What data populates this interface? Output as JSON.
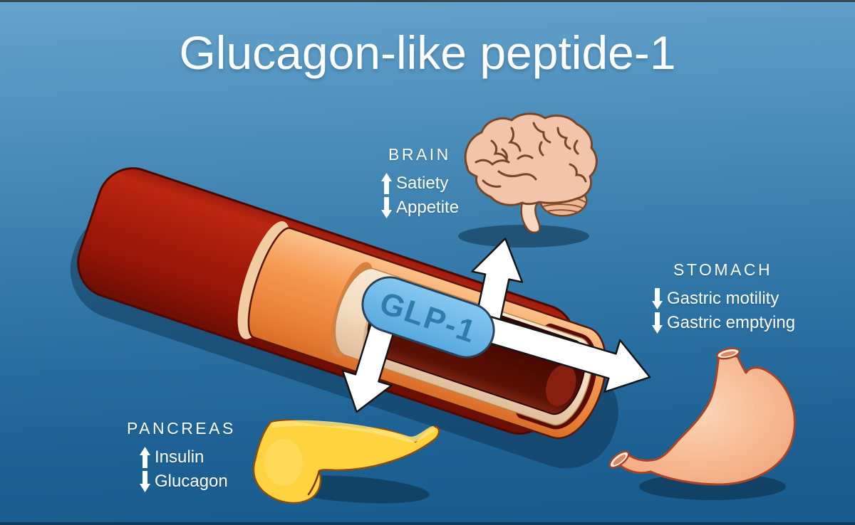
{
  "title": "Glucagon-like peptide-1",
  "hormone": {
    "label": "GLP-1"
  },
  "organs": {
    "brain": {
      "name": "BRAIN",
      "effects": [
        {
          "direction": "increase",
          "label": "Satiety"
        },
        {
          "direction": "decrease",
          "label": "Appetite"
        }
      ]
    },
    "stomach": {
      "name": "STOMACH",
      "effects": [
        {
          "direction": "decrease",
          "label": "Gastric motility"
        },
        {
          "direction": "decrease",
          "label": "Gastric emptying"
        }
      ]
    },
    "pancreas": {
      "name": "PANCREAS",
      "effects": [
        {
          "direction": "increase",
          "label": "Insulin"
        },
        {
          "direction": "decrease",
          "label": "Glucagon"
        }
      ]
    }
  },
  "colors": {
    "background_top": "#66a3cd",
    "background_bottom": "#175a8c",
    "vessel_red": "#aa1c0b",
    "vessel_orange": "#f2954e",
    "vessel_cream": "#f6e2ca",
    "vessel_lumen": "#4a0a02",
    "pill_blue": "#6cbae9",
    "pill_text": "#2e7cab",
    "arrow_white": "#ffffff",
    "brain_pink": "#f2c5ab",
    "stomach_peach": "#f7b48d",
    "pancreas_yellow": "#ffd23f",
    "label_text": "#ffffff"
  }
}
